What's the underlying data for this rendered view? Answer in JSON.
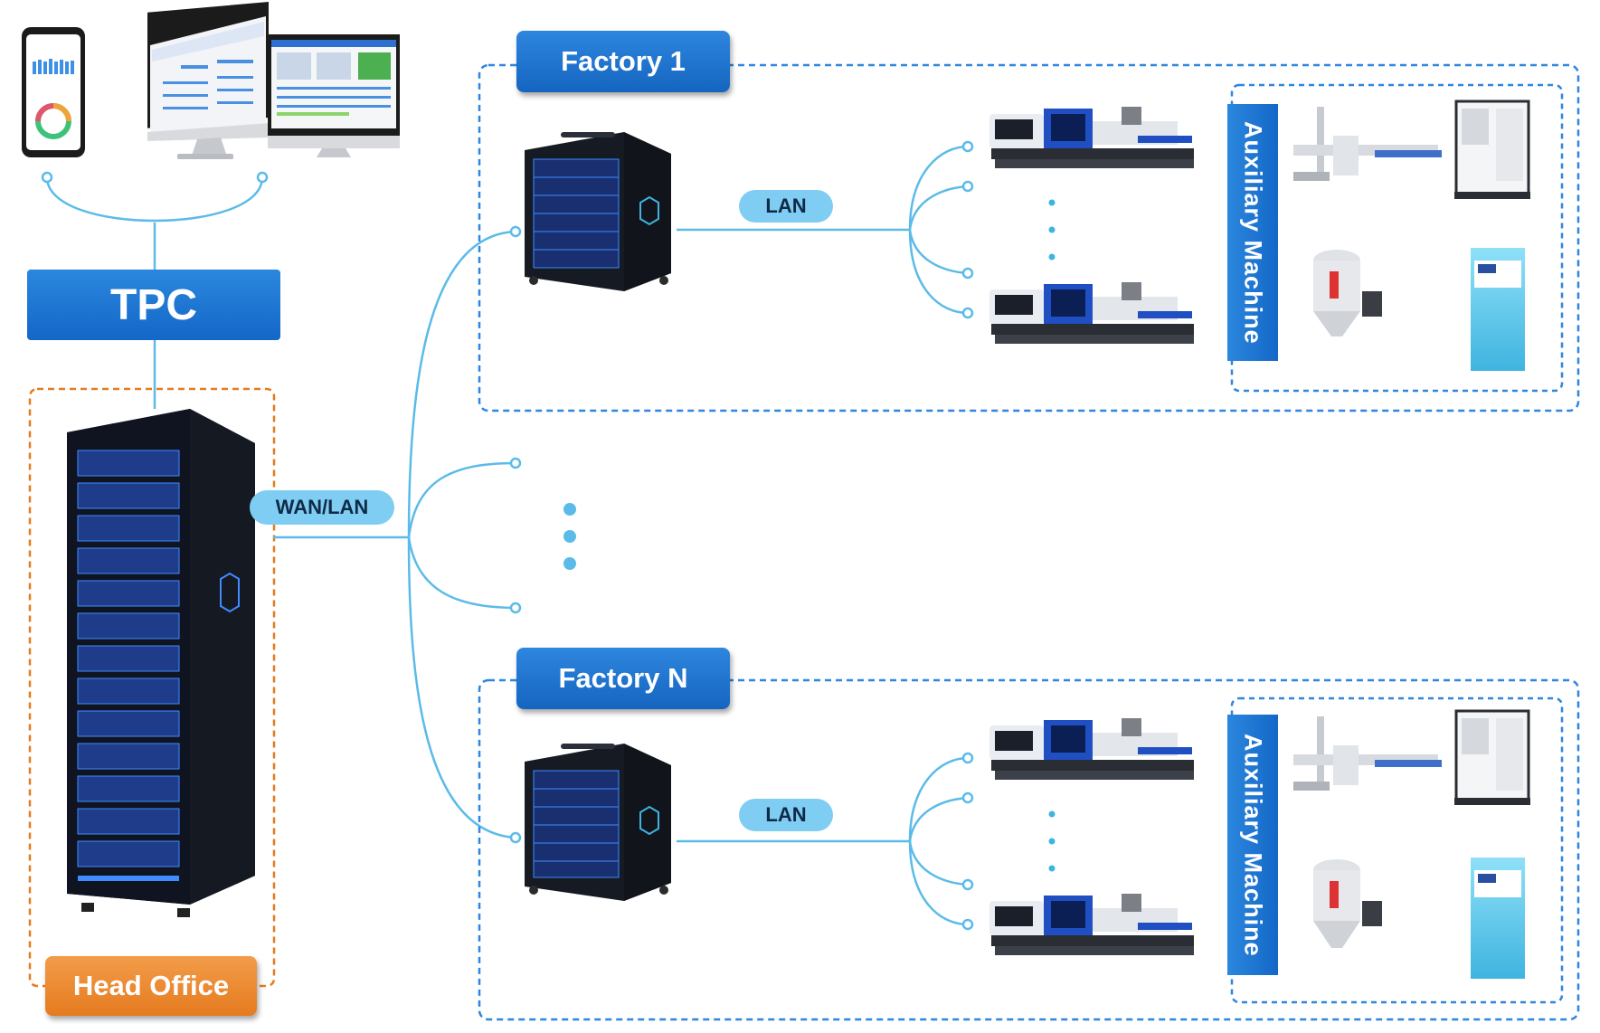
{
  "head_office": {
    "tpc_label": "TPC",
    "label": "Head Office",
    "link_label": "WAN/LAN"
  },
  "factories": [
    {
      "title": "Factory 1",
      "link_label": "LAN",
      "auxiliary_label": "Auxiliary Machine"
    },
    {
      "title": "Factory N",
      "link_label": "LAN",
      "auxiliary_label": "Auxiliary Machine"
    }
  ],
  "colors": {
    "connector": "#5bbbe8",
    "frame_blue": "#2e86de",
    "primary_blue": "#1565c0",
    "pill_blue": "#7fcdf3",
    "head_office_orange": "#e57b1f"
  },
  "icons": [
    "smartphone-icon",
    "desktop-monitor-icon",
    "server-rack-icon",
    "edge-server-icon",
    "injection-molding-machine-icon",
    "robot-arm-icon",
    "chiller-icon",
    "hopper-dryer-icon",
    "mold-temperature-controller-icon"
  ]
}
